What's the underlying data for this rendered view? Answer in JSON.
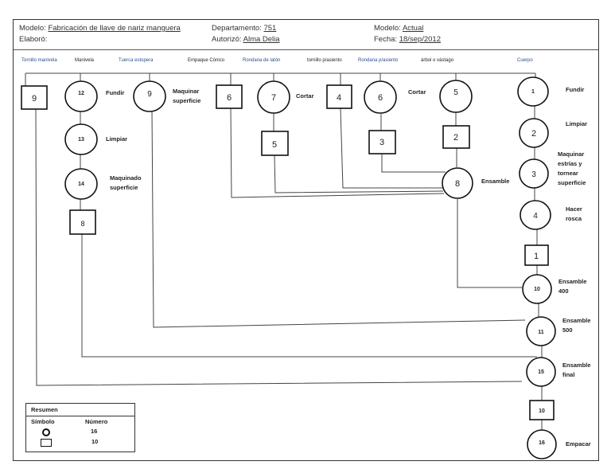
{
  "header": {
    "modelo_label": "Modelo:",
    "modelo_value": "Fabricación de llave de nariz manguera",
    "elaboro_label": "Elaboró:",
    "elaboro_value": "",
    "departamento_label": "Departamento:",
    "departamento_value": "751",
    "autorizo_label": "Autorizó:",
    "autorizo_value": "Alma Delia",
    "modelo2_label": "Modelo:",
    "modelo2_value": "Actual",
    "fecha_label": "Fecha:",
    "fecha_value": "18/sep/2012"
  },
  "parts": [
    {
      "name": "Tornillo manivela",
      "color": "#2e4b8f"
    },
    {
      "name": "Manivela",
      "color": "#222222"
    },
    {
      "name": "Tuerca estopera",
      "color": "#2e4b8f"
    },
    {
      "name": "Empaque Cónico",
      "color": "#222222"
    },
    {
      "name": "Rondana de latón",
      "color": "#2e4b8f"
    },
    {
      "name": "tornillo p/asiento",
      "color": "#222222"
    },
    {
      "name": "Rondana p/asiento",
      "color": "#2e4b8f"
    },
    {
      "name": "árbol o vástago",
      "color": "#222222"
    },
    {
      "name": "Cuerpo",
      "color": "#2e4b8f"
    }
  ],
  "operations": [
    {
      "id": "op12",
      "number": "12",
      "label": "Fundir"
    },
    {
      "id": "op13",
      "number": "13",
      "label": "Limpiar"
    },
    {
      "id": "op14",
      "number": "14",
      "label": "Maquinado superficie"
    },
    {
      "id": "op9",
      "number": "9",
      "label": "Maquinar superficie"
    },
    {
      "id": "op7",
      "number": "7",
      "label": "Cortar"
    },
    {
      "id": "op6",
      "number": "6",
      "label": "Cortar"
    },
    {
      "id": "op5",
      "number": "5",
      "label": ""
    },
    {
      "id": "op8",
      "number": "8",
      "label": "Ensamble"
    },
    {
      "id": "op1",
      "number": "1",
      "label": "Fundir"
    },
    {
      "id": "op2",
      "number": "2",
      "label": "Limpiar"
    },
    {
      "id": "op3",
      "number": "3",
      "label": "Maquinar estrías y tornear superficie"
    },
    {
      "id": "op4",
      "number": "4",
      "label": "Hacer rosca"
    },
    {
      "id": "op10",
      "number": "10",
      "label": "Ensamble 400"
    },
    {
      "id": "op11",
      "number": "11",
      "label": "Ensamble 500"
    },
    {
      "id": "op15",
      "number": "15",
      "label": "Ensamble final"
    },
    {
      "id": "op16",
      "number": "16",
      "label": "Empacar"
    }
  ],
  "inspections": [
    {
      "id": "in9",
      "number": "9"
    },
    {
      "id": "in8",
      "number": "8"
    },
    {
      "id": "in6",
      "number": "6"
    },
    {
      "id": "in5",
      "number": "5"
    },
    {
      "id": "in4",
      "number": "4"
    },
    {
      "id": "in3",
      "number": "3"
    },
    {
      "id": "in2",
      "number": "2"
    },
    {
      "id": "in1",
      "number": "1"
    },
    {
      "id": "in10",
      "number": "10"
    }
  ],
  "labels": {
    "op12": "Fundir",
    "op13": "Limpiar",
    "op14_a": "Maquinado",
    "op14_b": "superficie",
    "op9_a": "Maquinar",
    "op9_b": "superficie",
    "op7": "Cortar",
    "op6": "Cortar",
    "op8": "Ensamble",
    "op1": "Fundir",
    "op2": "Limpiar",
    "op3_a": "Maquinar",
    "op3_b": "estrías  y",
    "op3_c": "tornear",
    "op3_d": "superficie",
    "op4_a": "Hacer",
    "op4_b": "rosca",
    "op10_a": "Ensamble",
    "op10_b": "400",
    "op11_a": "Ensamble",
    "op11_b": "500",
    "op15_a": "Ensamble",
    "op15_b": "final",
    "op16": "Empacar"
  },
  "summary": {
    "title": "Resumen",
    "col_symbol": "Símbolo",
    "col_number": "Número",
    "rows": [
      {
        "symbol": "circle-operation",
        "count": "16"
      },
      {
        "symbol": "square-inspection",
        "count": "10"
      }
    ]
  }
}
